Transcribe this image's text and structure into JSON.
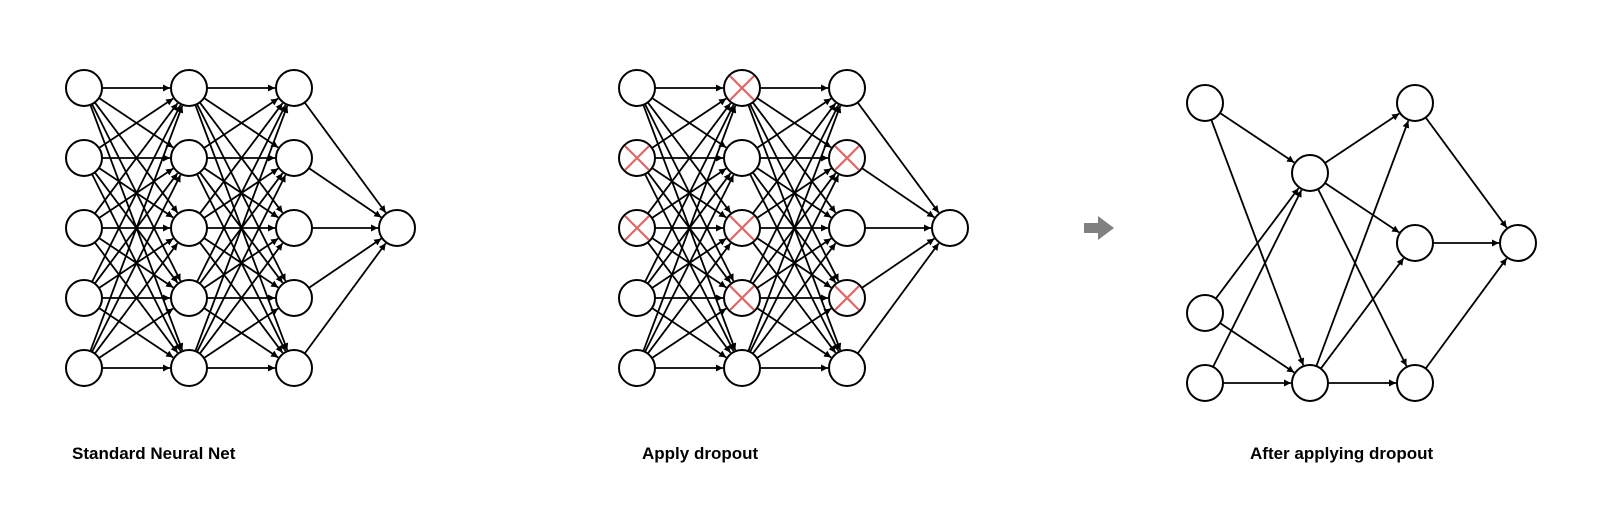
{
  "panels": [
    {
      "id": "standard",
      "caption": "Standard Neural Net"
    },
    {
      "id": "apply",
      "caption": "Apply dropout"
    },
    {
      "id": "after",
      "caption": "After applying dropout"
    }
  ],
  "colors": {
    "node_stroke": "#000000",
    "edge": "#000000",
    "drop_mark": "#e06666",
    "arrow": "#808080"
  },
  "icons": {
    "dropped_marker": "red-x-icon",
    "transition": "right-arrow-icon"
  },
  "networks": {
    "full_layers": [
      5,
      5,
      5,
      1
    ],
    "dropped_nodes": [
      {
        "layer": 0,
        "index": 1
      },
      {
        "layer": 0,
        "index": 2
      },
      {
        "layer": 1,
        "index": 0
      },
      {
        "layer": 1,
        "index": 2
      },
      {
        "layer": 1,
        "index": 3
      },
      {
        "layer": 2,
        "index": 1
      },
      {
        "layer": 2,
        "index": 3
      }
    ]
  }
}
